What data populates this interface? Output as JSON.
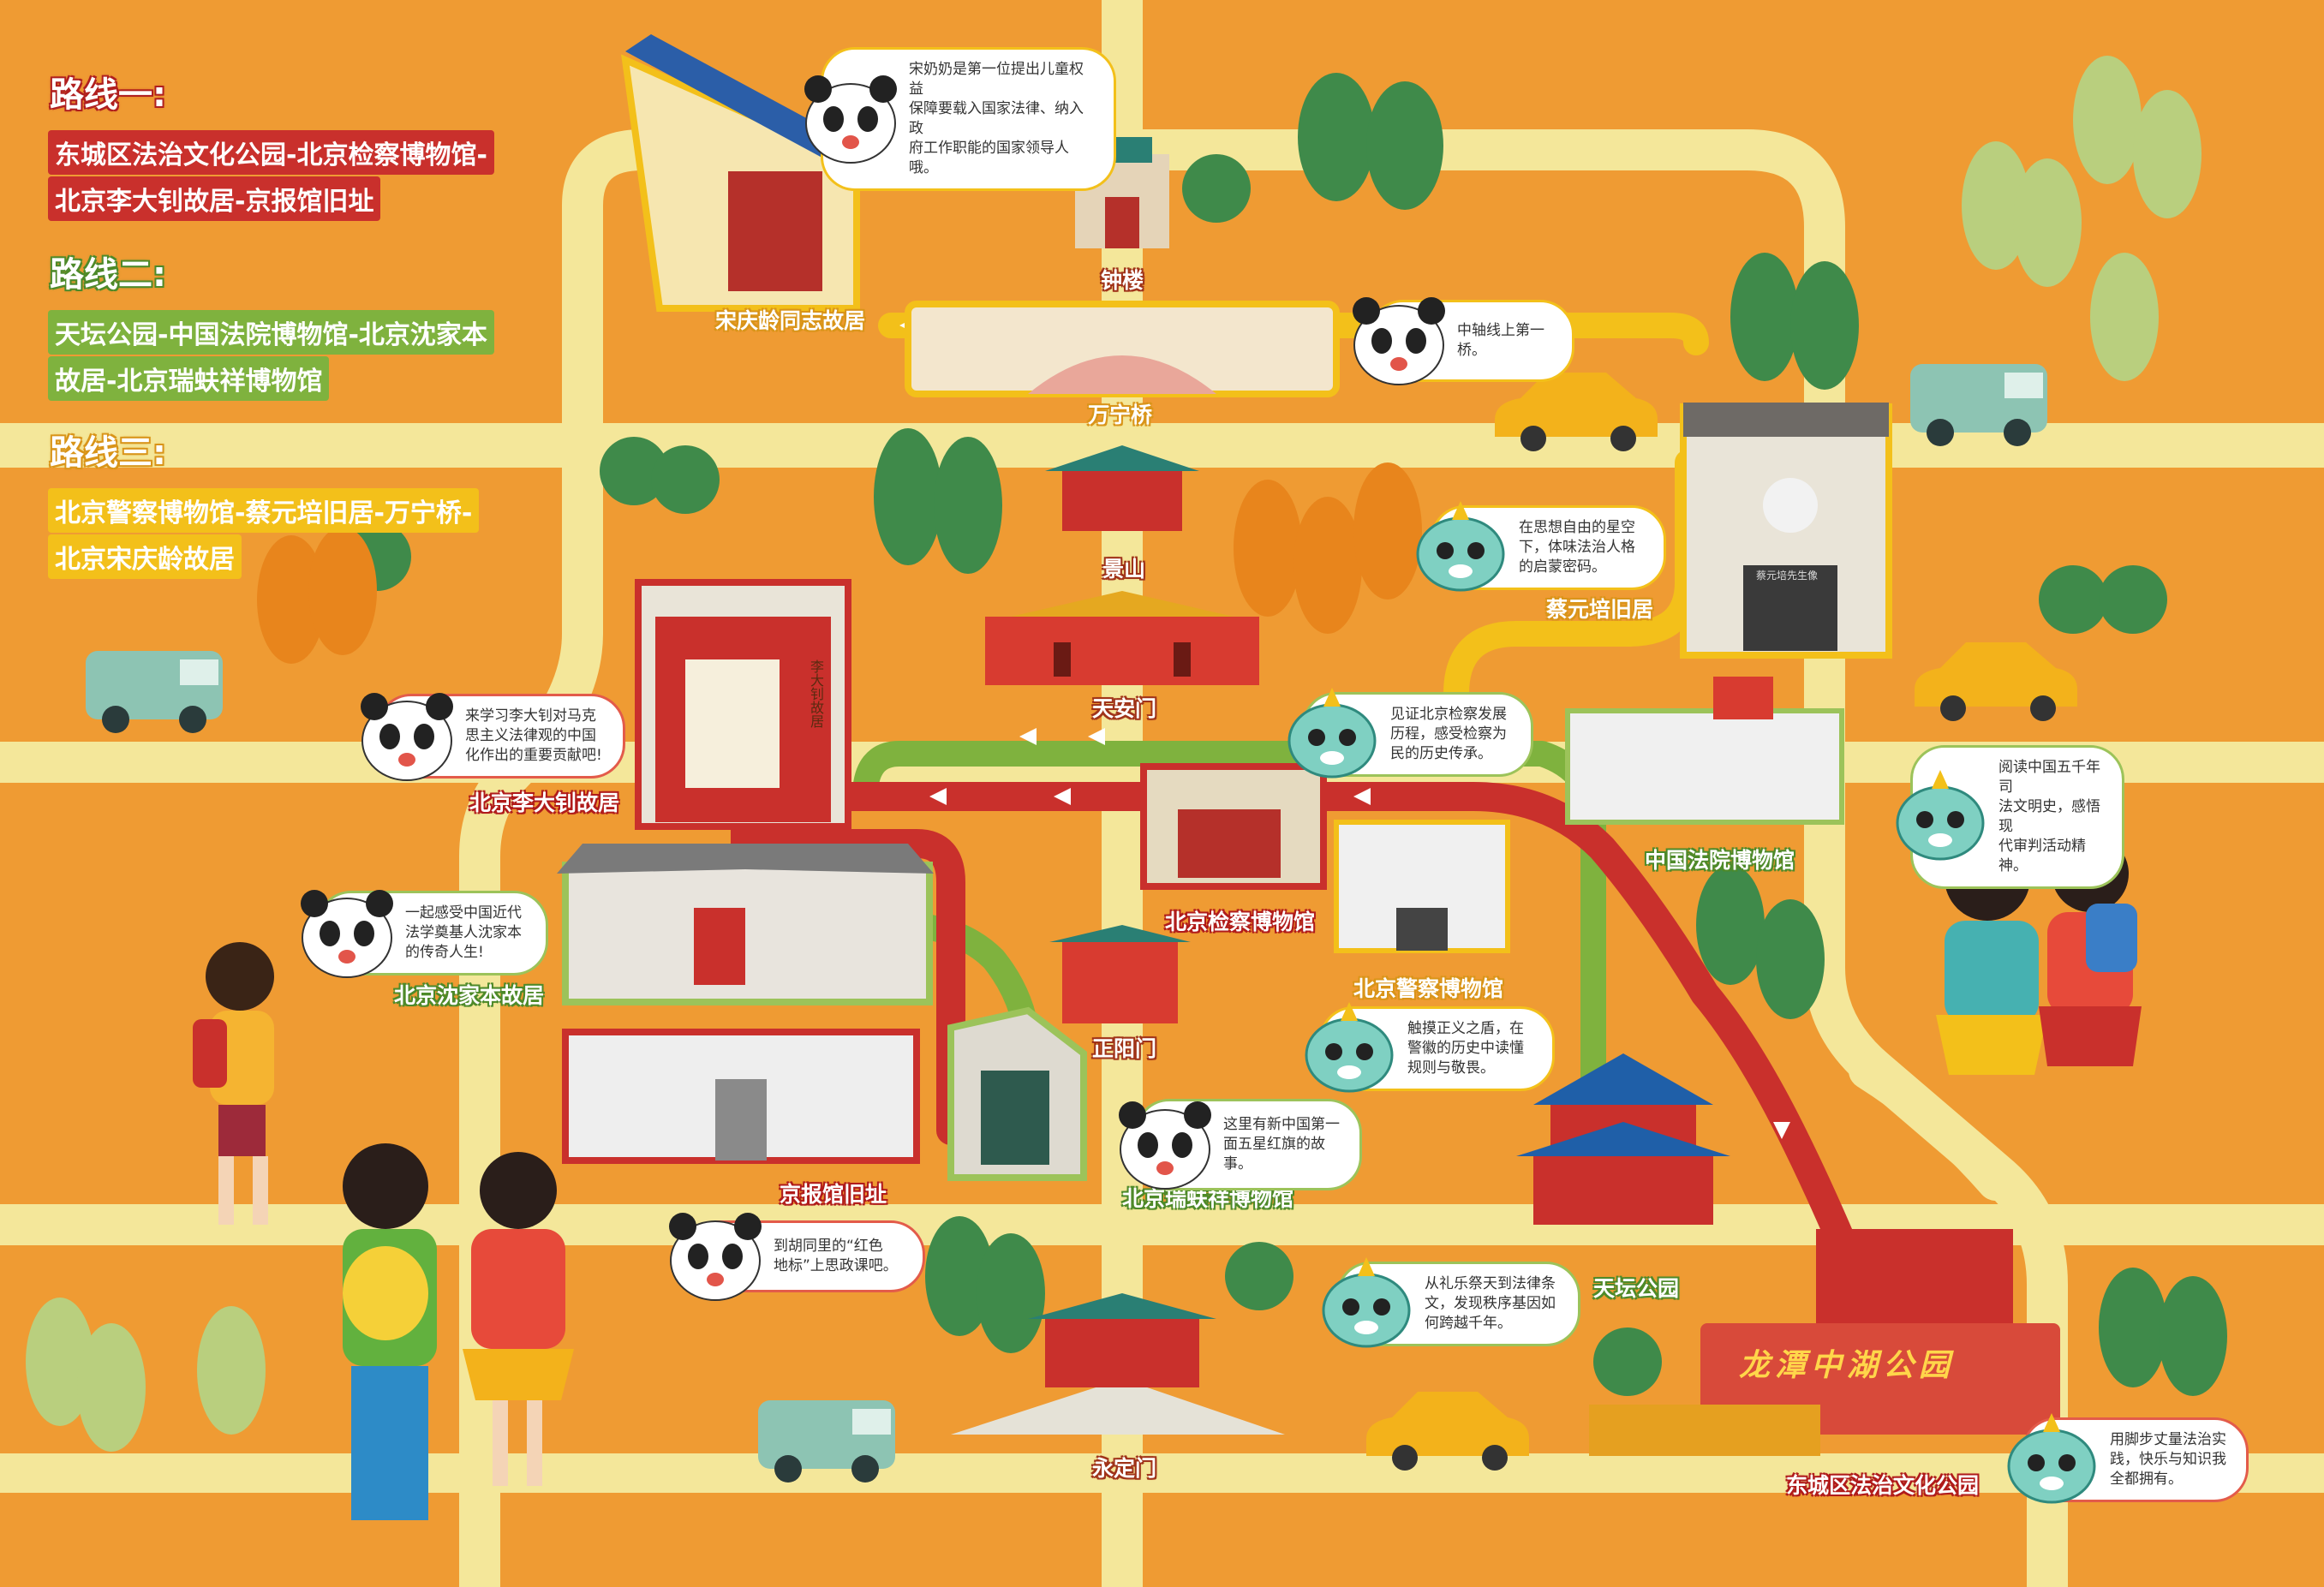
{
  "legend": {
    "route1_title": "路线一:",
    "route1_text_a": "东城区法治文化公园-北京检察博物馆-",
    "route1_text_b": "北京李大钊故居-京报馆旧址",
    "route2_title": "路线二:",
    "route2_text_a": "天坛公园-中国法院博物馆-北京沈家本",
    "route2_text_b": "故居-北京瑞蚨祥博物馆",
    "route3_title": "路线三:",
    "route3_text_a": "北京警察博物馆-蔡元培旧居-万宁桥-",
    "route3_text_b": "北京宋庆龄故居"
  },
  "places": {
    "songqingling": "宋庆龄同志故居",
    "zhonglou": "钟楼",
    "wanningqiao": "万宁桥",
    "jingshan": "景山",
    "tiananmen": "天安门",
    "caiyuanpei": "蔡元培旧居",
    "lidazhao": "北京李大钊故居",
    "jiancha": "北京检察博物馆",
    "fayuan": "中国法院博物馆",
    "jingcha": "北京警察博物馆",
    "shenjiaben": "北京沈家本故居",
    "zhengyangmen": "正阳门",
    "jingbao": "京报馆旧址",
    "ruifuxiang": "北京瑞蚨祥博物馆",
    "tiantan": "天坛公园",
    "yongdingmen": "永定门",
    "fazhi_park": "东城区法治文化公园",
    "longtan_sign": "龙潭中湖公园"
  },
  "bubbles": {
    "songqingling": [
      "宋奶奶是第一位提出儿童权益",
      "保障要载入国家法律、纳入政",
      "府工作职能的国家领导人哦。"
    ],
    "wanningqiao": [
      "中轴线上第一桥。"
    ],
    "caiyuanpei": [
      "在思想自由的星空",
      "下，体味法治人格",
      "的启蒙密码。"
    ],
    "lidazhao": [
      "来学习李大钊对马克",
      "思主义法律观的中国",
      "化作出的重要贡献吧!"
    ],
    "jiancha": [
      "见证北京检察发展",
      "历程，感受检察为",
      "民的历史传承。"
    ],
    "fayuan": [
      "阅读中国五千年司",
      "法文明史，感悟现",
      "代审判活动精神。"
    ],
    "shenjiaben": [
      "一起感受中国近代",
      "法学奠基人沈家本",
      "的传奇人生!"
    ],
    "jingcha": [
      "触摸正义之盾，在",
      "警徽的历史中读懂",
      "规则与敬畏。"
    ],
    "ruifuxiang": [
      "这里有新中国第一",
      "面五星红旗的故事。"
    ],
    "jingbao": [
      "到胡同里的“红色",
      "地标”上思政课吧。"
    ],
    "tiantan": [
      "从礼乐祭天到法律条",
      "文，发现秩序基因如",
      "何跨越千年。"
    ],
    "fazhi_park": [
      "用脚步丈量法治实",
      "践，快乐与知识我",
      "全都拥有。"
    ]
  },
  "caiyuanpei_plaque": "蔡元培先生像",
  "lidazhao_plaque": "李大钊故居",
  "colors": {
    "background": "#ef9b33",
    "road": "#f4e79a",
    "route1": "#c9302c",
    "route2": "#7fb23e",
    "route3": "#f3c01a"
  }
}
